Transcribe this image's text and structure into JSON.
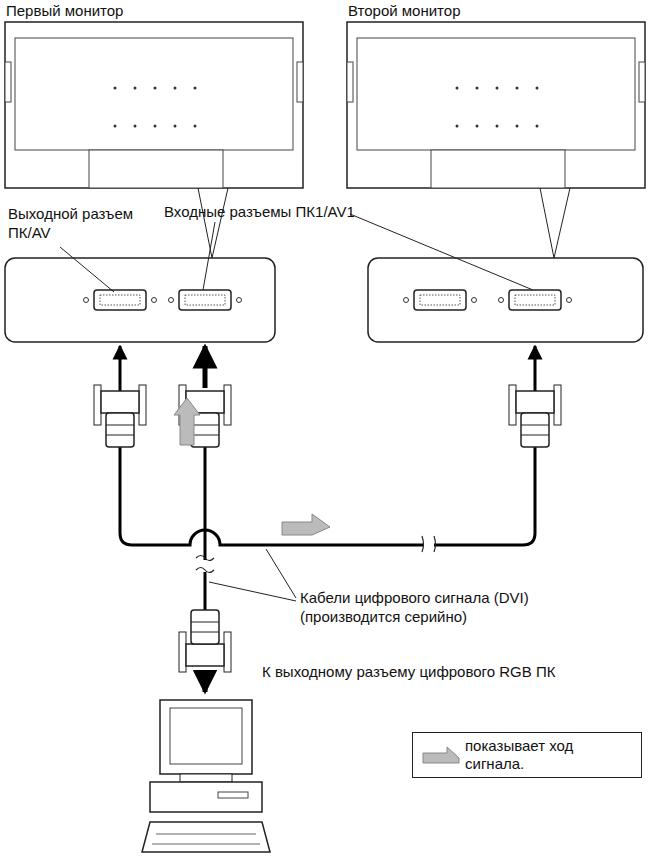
{
  "diagram": {
    "nodes": [
      {
        "text": [
          "Первый монитор"
        ]
      },
      {
        "text": [
          "Второй монитор"
        ]
      }
    ],
    "edges": [
      {
        "from": 0,
        "to": 1,
        "arrow": "both"
      }
    ],
    "labels": [
      "Выходной разъем ПК/AV",
      "Входные разъемы ПК1/AV1",
      "Кабели цифрового сигнала (DVI) (производится серийно)",
      "К выходному разъему цифрового RGB ПК"
    ],
    "legend": [
      {
        "text": "показывает ход сигнала."
      }
    ]
  }
}
